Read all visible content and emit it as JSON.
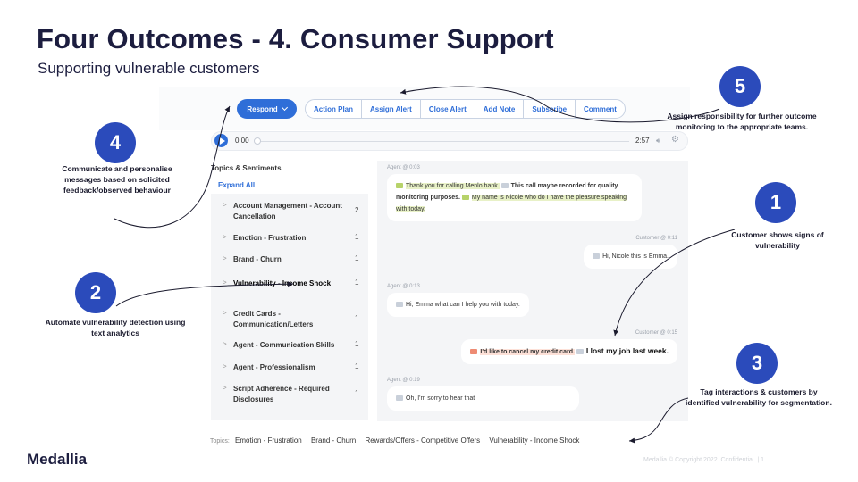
{
  "slide": {
    "title": "Four Outcomes - 4. Consumer Support",
    "subtitle": "Supporting vulnerable customers",
    "logo": "Medallia",
    "copyright": "Medallia © Copyright 2022. Confidential. | 1"
  },
  "toolbar": {
    "respond_label": "Respond",
    "actions": [
      "Action Plan",
      "Assign Alert",
      "Close Alert",
      "Add Note",
      "Subscribe",
      "Comment"
    ]
  },
  "player": {
    "current_time": "0:00",
    "duration": "2:57",
    "progress": 0
  },
  "topics": {
    "heading": "Topics & Sentiments",
    "expand_label": "Expand All",
    "items": [
      {
        "label": "Account Management - Account Cancellation",
        "count": "2"
      },
      {
        "label": "Emotion - Frustration",
        "count": "1"
      },
      {
        "label": "Brand - Churn",
        "count": "1"
      },
      {
        "label": "Vulnerability - Income Shock",
        "count": "1"
      },
      {
        "label": "Credit Cards - Communication/Letters",
        "count": "1"
      },
      {
        "label": "Agent - Communication Skills",
        "count": "1"
      },
      {
        "label": "Agent - Professionalism",
        "count": "1"
      },
      {
        "label": "Script Adherence - Required Disclosures",
        "count": "1"
      }
    ]
  },
  "transcript": [
    {
      "meta": "Agent @ 0:03",
      "parts": [
        "Thank you for calling Menlo bank.",
        "This call maybe recorded for quality monitoring purposes.",
        "My name is Nicole who do I have the pleasure speaking with today."
      ]
    },
    {
      "meta": "Customer @ 0:11",
      "text": "Hi, Nicole this is Emma."
    },
    {
      "meta": "Agent @ 0:13",
      "text": "Hi, Emma what can I help you with today."
    },
    {
      "meta": "Customer @ 0:15",
      "parts": [
        "I'd like to cancel my credit card.",
        "I lost my job last week."
      ]
    },
    {
      "meta": "Agent @ 0:19",
      "text": "Oh, I'm sorry to hear that"
    }
  ],
  "footer_topics": {
    "label": "Topics:",
    "items": [
      "Emotion - Frustration",
      "Brand - Churn",
      "Rewards/Offers - Competitive Offers",
      "Vulnerability - Income Shock"
    ]
  },
  "callouts": [
    {
      "number": "1",
      "text": "Customer shows signs of vulnerability"
    },
    {
      "number": "2",
      "text": "Automate vulnerability detection using text analytics"
    },
    {
      "number": "3",
      "text": "Tag interactions & customers by identified vulnerability for segmentation."
    },
    {
      "number": "4",
      "text": "Communicate and personalise messages based on solicited feedback/observed behaviour"
    },
    {
      "number": "5",
      "text": "Assign responsibility for further outcome monitoring to the appropriate teams."
    }
  ],
  "colors": {
    "accent_blue": "#2f6ed8",
    "callout_blue": "#2b4bbb",
    "title_navy": "#1c1d3f"
  }
}
